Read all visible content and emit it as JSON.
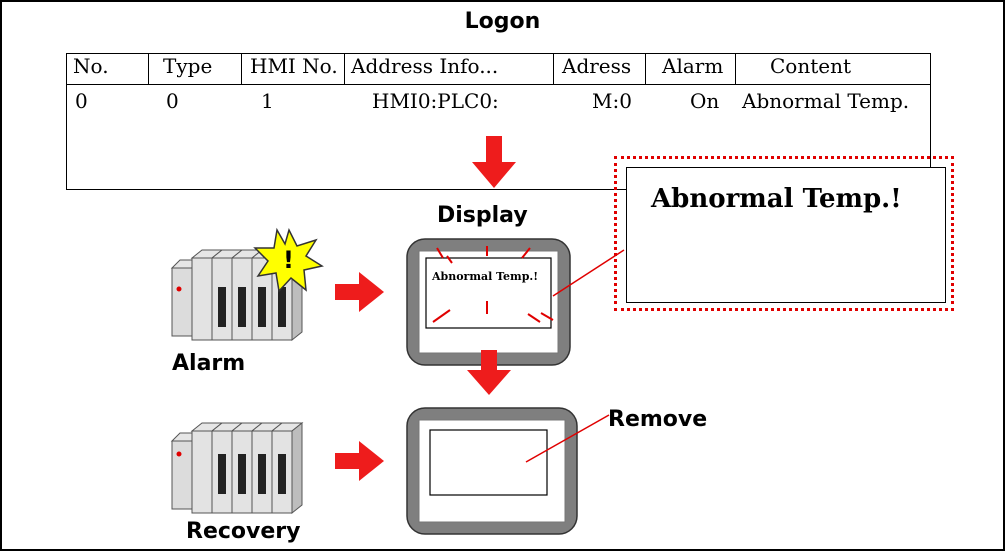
{
  "title": "Logon",
  "table": {
    "headers": [
      "No.",
      "Type",
      "HMI No.",
      "Address Info...",
      "Adress",
      "Alarm",
      "Content"
    ],
    "row": [
      "0",
      "0",
      "1",
      "HMI0:PLC0:",
      "M:0",
      "On",
      "Abnormal Temp."
    ]
  },
  "labels": {
    "display": "Display",
    "alarm": "Alarm",
    "recovery": "Recovery",
    "remove": "Remove",
    "alert_mark": "!"
  },
  "callout": {
    "text": "Abnormal Temp.!"
  },
  "screen_message": "Abnormal Temp.!",
  "colors": {
    "arrow": "#ee1c1c",
    "dotted_border": "#e00000",
    "bezel": "#7f7f7f",
    "burst": "#ffff00"
  }
}
